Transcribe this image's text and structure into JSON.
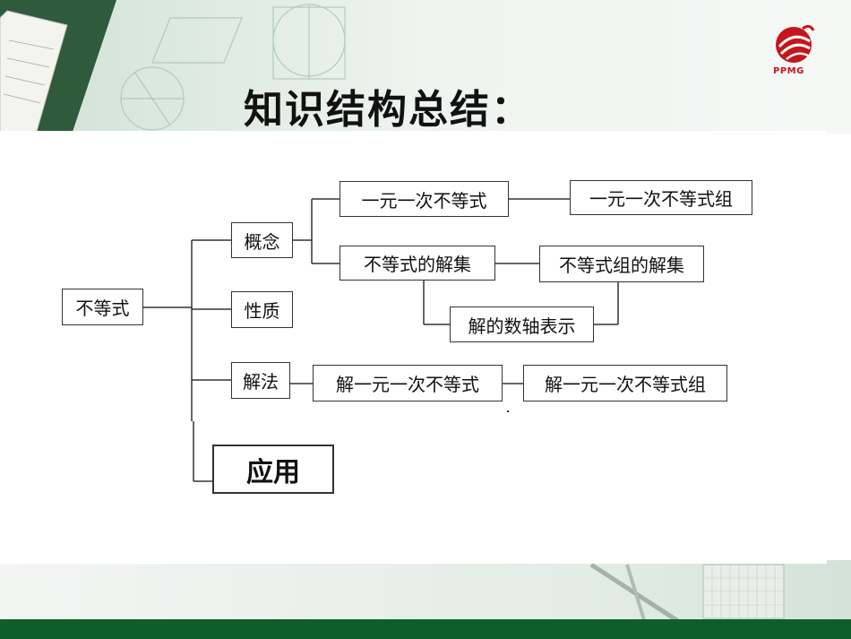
{
  "slide": {
    "title": "知识结构总结：",
    "logo_text": "PPMG",
    "colors": {
      "accent_green": "#0e5e2a",
      "logo_red": "#c4161c",
      "box_border": "#333333"
    }
  },
  "diagram": {
    "root": "不等式",
    "branches": {
      "concept": "概念",
      "property": "性质",
      "solution": "解法",
      "application": "应用"
    },
    "concept_items": {
      "linear_inequality": "一元一次不等式",
      "linear_system": "一元一次不等式组",
      "solution_set": "不等式的解集",
      "system_solution_set": "不等式组的解集",
      "number_line": "解的数轴表示"
    },
    "method_items": {
      "solve_inequality": "解一元一次不等式",
      "solve_system": "解一元一次不等式组"
    }
  }
}
